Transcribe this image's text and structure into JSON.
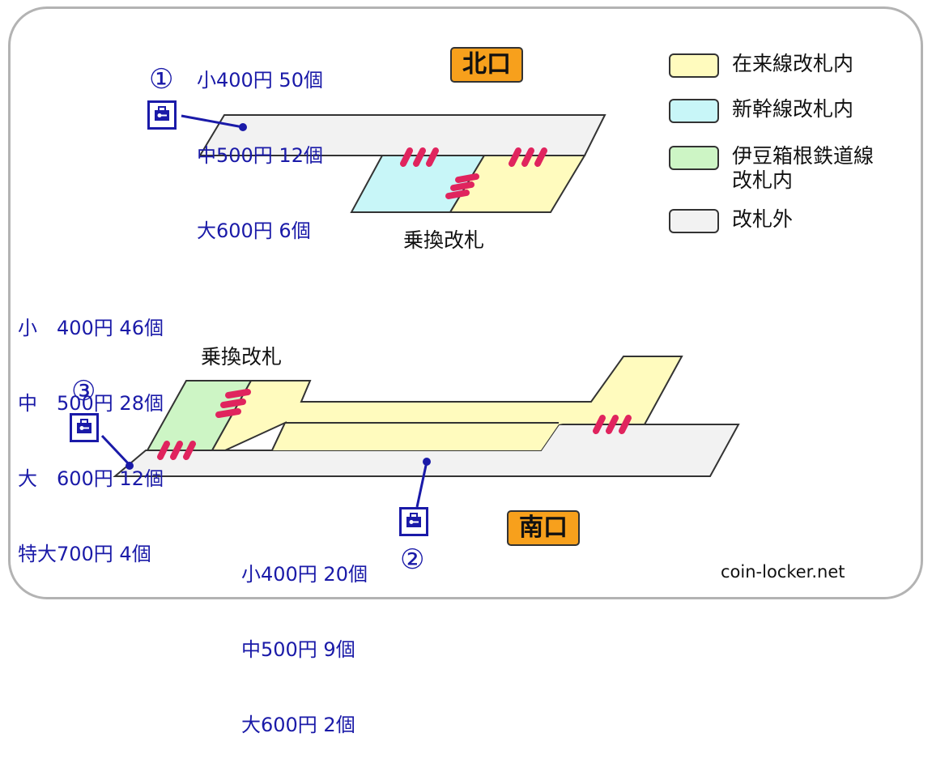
{
  "exits": {
    "north": "北口",
    "south": "南口"
  },
  "transfer_gates": {
    "upper": "乗換改札",
    "lower": "乗換改札"
  },
  "legend": [
    {
      "label": "在来線改札内",
      "color": "#fffbbe"
    },
    {
      "label": "新幹線改札内",
      "color": "#c8f6f8"
    },
    {
      "label": "伊豆箱根鉄道線\n改札内",
      "color": "#cdf5c5"
    },
    {
      "label": "改札外",
      "color": "#f2f2f2"
    }
  ],
  "lockers": [
    {
      "number": "①",
      "lines": [
        "小400円 50個",
        "中500円 12個",
        "大600円 6個"
      ],
      "icon": "locker-icon"
    },
    {
      "number": "②",
      "lines": [
        "小400円 20個",
        "中500円 9個",
        "大600円 2個"
      ],
      "icon": "locker-icon"
    },
    {
      "number": "③",
      "lines": [
        "小　400円 46個",
        "中　500円 28個",
        "大　600円 12個",
        "特大700円 4個"
      ],
      "icon": "locker-icon"
    }
  ],
  "colors": {
    "locker_blue": "#1a1aa8",
    "gate_mark": "#e0245e",
    "exit_badge": "#f7a01c",
    "outside_area": "#f2f2f2",
    "conventional_area": "#fffbbe",
    "shinkansen_area": "#c8f6f8",
    "izuhakone_area": "#cdf5c5"
  },
  "credit": "coin-locker.net"
}
